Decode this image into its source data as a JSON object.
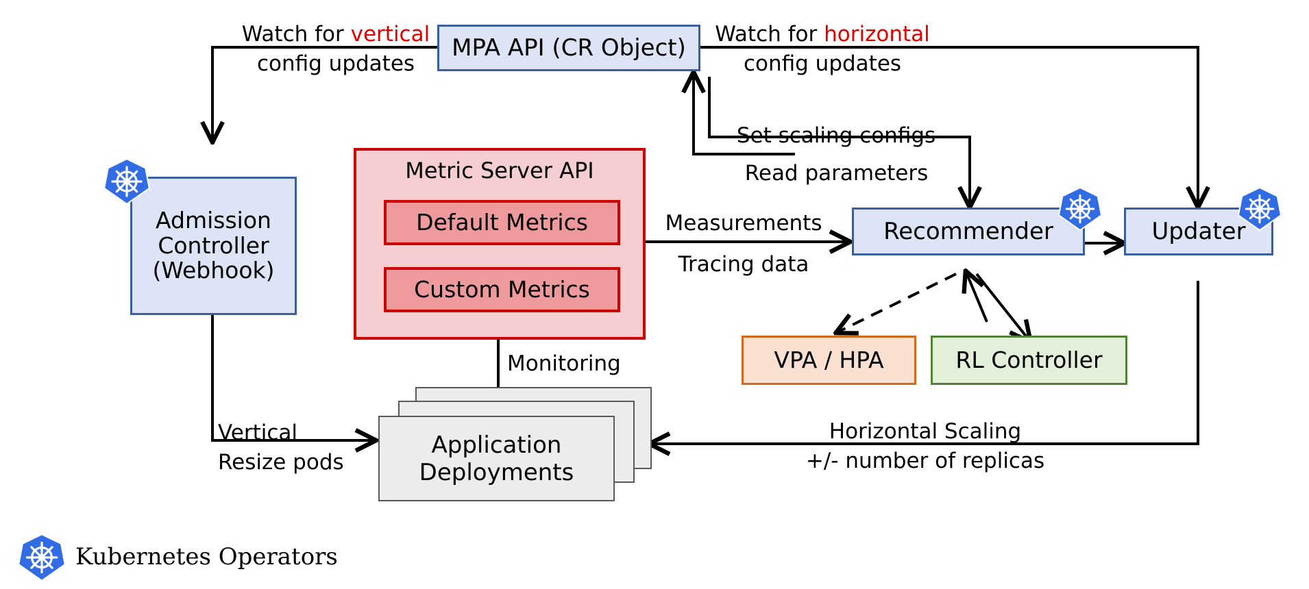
{
  "diagram": {
    "title": "Kubernetes MPA (Multidimensional Pod Autoscaler) Architecture",
    "type": "architecture-flow-diagram",
    "colors": {
      "blue_fill": "#dce4f5",
      "blue_stroke": "#3b5f9e",
      "red_outer_fill": "#f6cdd0",
      "red_inner_fill": "#ee9a9c",
      "red_stroke": "#cc0000",
      "orange_fill": "#fae0d0",
      "orange_stroke": "#d2691e",
      "green_fill": "#e2efd9",
      "green_stroke": "#548235",
      "grey_fill": "#ececec",
      "grey_stroke": "#595959",
      "k8s_blue": "#326ce5",
      "accent_red_text": "#e00000",
      "line": "#000000"
    }
  },
  "nodes": {
    "mpa_api": {
      "label": "MPA API (CR Object)",
      "style": "blue"
    },
    "admission_controller": {
      "label": "Admission\nController\n(Webhook)",
      "line1": "Admission",
      "line2": "Controller",
      "line3": "(Webhook)",
      "style": "blue",
      "has_k8s_icon": true
    },
    "metric_server": {
      "label": "Metric Server API",
      "style": "red-outer"
    },
    "default_metrics": {
      "label": "Default Metrics",
      "style": "red-inner"
    },
    "custom_metrics": {
      "label": "Custom Metrics",
      "style": "red-inner"
    },
    "recommender": {
      "label": "Recommender",
      "style": "blue",
      "has_k8s_icon": true
    },
    "updater": {
      "label": "Updater",
      "style": "blue",
      "has_k8s_icon": true
    },
    "vpa_hpa": {
      "label": "VPA / HPA",
      "style": "orange"
    },
    "rl_controller": {
      "label": "RL Controller",
      "style": "green"
    },
    "application_deployments": {
      "line1": "Application",
      "line2": "Deployments",
      "style": "grey-stack"
    }
  },
  "edges": {
    "watch_vertical": {
      "line1_pre": "Watch for ",
      "line1_em": "vertical",
      "line2": "config updates"
    },
    "watch_horizontal": {
      "line1_pre": "Watch for ",
      "line1_em": "horizontal",
      "line2": "config updates"
    },
    "set_scaling_configs": {
      "label": "Set scaling configs"
    },
    "read_parameters": {
      "label": "Read parameters"
    },
    "measurements": {
      "label": "Measurements"
    },
    "tracing_data": {
      "label": "Tracing data"
    },
    "monitoring": {
      "label": "Monitoring"
    },
    "vertical_resize": {
      "line1": "Vertical",
      "line2": "Resize pods"
    },
    "horizontal_scaling": {
      "line1": "Horizontal Scaling",
      "line2": "+/- number of replicas"
    }
  },
  "legend": {
    "icon": "kubernetes-icon",
    "label": "Kubernetes Operators"
  }
}
